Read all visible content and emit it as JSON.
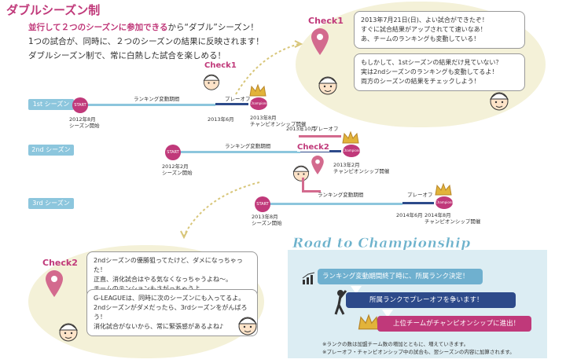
{
  "title": "ダブルシーズン制",
  "intro": {
    "line1_hl": "並行して２つのシーズンに参加できる",
    "line1_rest": "から“ダブル”シーズン！",
    "line2": "1つの試合が、同時に、２つのシーズンの結果に反映されます！",
    "line3": "ダブルシーズン制で、常に白熱した試合を楽しめる！"
  },
  "check_label": "Check1",
  "check2_label": "Check2",
  "check_inline_1": "Check1",
  "check_inline_2": "Check2",
  "bubble1": {
    "box1": [
      "2013年7月21日(日)、よい試合ができたぞ！",
      "すぐに試合結果がアップされてて速いなあ！",
      "あ、チームのランキングも変動している！"
    ],
    "box2": [
      "もしかして、1stシーズンの結果だけ見ていない？",
      "実は2ndシーズンのランキングも変動してるよ！",
      "両方のシーズンの結果をチェックしよう！"
    ]
  },
  "bubble2": {
    "box1": [
      "2ndシーズンの優勝狙ってたけど、ダメになっちゃった！",
      "正直、消化試合はやる気なくなっちゃうよね〜。",
      "チームのテンションもさがっちゃうよ。"
    ],
    "box2": [
      "G-LEAGUEは、同時に次のシーズンにも入ってるよ。",
      "2ndシーズンがダメだったら、3rdシーズンをがんばろう！",
      "消化試合がないから、常に緊張感があるよね♪"
    ]
  },
  "seasons": [
    {
      "label": "1st シーズン",
      "start": "START",
      "start_date": [
        "2012年8月",
        "シーズン開始"
      ],
      "ranking": "ランキング変動期間",
      "playoff": "プレーオフ",
      "playoff_date": "2013年6月",
      "champ": "Champions",
      "champ_date": [
        "2013年8月",
        "チャンピオンシップ開催"
      ]
    },
    {
      "label": "2nd シーズン",
      "start": "START",
      "start_date": [
        "2012年2月",
        "シーズン開始"
      ],
      "ranking": "ランキング変動期間",
      "playoff": "プレーオフ",
      "playoff_date": "2013年10月",
      "champ": "Champions",
      "champ_date": [
        "2013年2月",
        "チャンピオンシップ開催"
      ]
    },
    {
      "label": "3rd シーズン",
      "start": "START",
      "start_date": [
        "2013年8月",
        "シーズン開始"
      ],
      "ranking": "ランキング変動期間",
      "playoff": "プレーオフ",
      "playoff_date": "2014年6月",
      "champ": "Champions",
      "champ_date": [
        "2014年8月",
        "チャンピオンシップ開催"
      ]
    }
  ],
  "road": {
    "title": "Road to Championship",
    "step1": "ランキング変動期間終了時に、所属ランク決定！",
    "step2": "所属ランクでプレーオフを争います！",
    "step3": "上位チームがチャンピオンシップに進出！",
    "note1": "※ランクの数は加盟チーム数の増加とともに、増えていきます。",
    "note2": "※プレーオフ・チャンピオンシップ中の試合も、翌シーズンの内容に加算されます。"
  },
  "colors": {
    "pink": "#c0397a",
    "blue": "#6fb0cf",
    "navy": "#2d4a8a",
    "sand": "#f4f1d8"
  }
}
